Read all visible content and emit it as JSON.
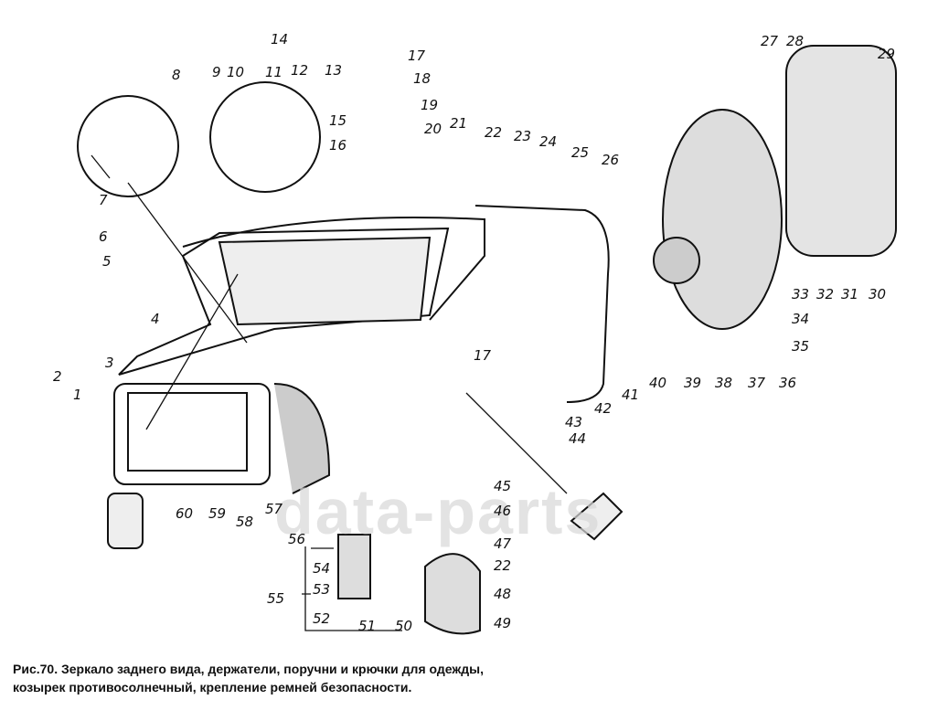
{
  "figure": {
    "caption_line1": "Рис.70. Зеркало заднего вида, держатели, поручни и крючки для одежды,",
    "caption_line2": "козырек  противосолнечный, крепление ремней безопасности.",
    "watermark": "data-parts"
  },
  "callouts": [
    {
      "id": "1",
      "text": "1"
    },
    {
      "id": "2",
      "text": "2"
    },
    {
      "id": "3",
      "text": "3"
    },
    {
      "id": "4",
      "text": "4"
    },
    {
      "id": "5",
      "text": "5"
    },
    {
      "id": "6",
      "text": "6"
    },
    {
      "id": "7",
      "text": "7"
    },
    {
      "id": "8",
      "text": "8"
    },
    {
      "id": "9",
      "text": "9"
    },
    {
      "id": "10",
      "text": "10"
    },
    {
      "id": "11",
      "text": "11"
    },
    {
      "id": "12",
      "text": "12"
    },
    {
      "id": "13",
      "text": "13"
    },
    {
      "id": "14",
      "text": "14"
    },
    {
      "id": "15",
      "text": "15"
    },
    {
      "id": "16",
      "text": "16"
    },
    {
      "id": "17a",
      "text": "17"
    },
    {
      "id": "18",
      "text": "18"
    },
    {
      "id": "19",
      "text": "19"
    },
    {
      "id": "20",
      "text": "20"
    },
    {
      "id": "21",
      "text": "21"
    },
    {
      "id": "22a",
      "text": "22"
    },
    {
      "id": "23",
      "text": "23"
    },
    {
      "id": "24",
      "text": "24"
    },
    {
      "id": "25",
      "text": "25"
    },
    {
      "id": "26",
      "text": "26"
    },
    {
      "id": "27",
      "text": "27"
    },
    {
      "id": "28",
      "text": "28"
    },
    {
      "id": "29",
      "text": "29"
    },
    {
      "id": "30",
      "text": "30"
    },
    {
      "id": "31",
      "text": "31"
    },
    {
      "id": "32",
      "text": "32"
    },
    {
      "id": "33",
      "text": "33"
    },
    {
      "id": "34",
      "text": "34"
    },
    {
      "id": "35",
      "text": "35"
    },
    {
      "id": "36",
      "text": "36"
    },
    {
      "id": "37",
      "text": "37"
    },
    {
      "id": "38",
      "text": "38"
    },
    {
      "id": "39",
      "text": "39"
    },
    {
      "id": "40",
      "text": "40"
    },
    {
      "id": "41",
      "text": "41"
    },
    {
      "id": "42",
      "text": "42"
    },
    {
      "id": "43",
      "text": "43"
    },
    {
      "id": "44",
      "text": "44"
    },
    {
      "id": "45",
      "text": "45"
    },
    {
      "id": "46",
      "text": "46"
    },
    {
      "id": "47",
      "text": "47"
    },
    {
      "id": "48",
      "text": "48"
    },
    {
      "id": "49",
      "text": "49"
    },
    {
      "id": "50",
      "text": "50"
    },
    {
      "id": "51",
      "text": "51"
    },
    {
      "id": "52",
      "text": "52"
    },
    {
      "id": "53",
      "text": "53"
    },
    {
      "id": "54",
      "text": "54"
    },
    {
      "id": "55",
      "text": "55"
    },
    {
      "id": "56",
      "text": "56"
    },
    {
      "id": "57",
      "text": "57"
    },
    {
      "id": "58",
      "text": "58"
    },
    {
      "id": "59",
      "text": "59"
    },
    {
      "id": "60",
      "text": "60"
    },
    {
      "id": "17b",
      "text": "17"
    },
    {
      "id": "22b",
      "text": "22"
    }
  ]
}
